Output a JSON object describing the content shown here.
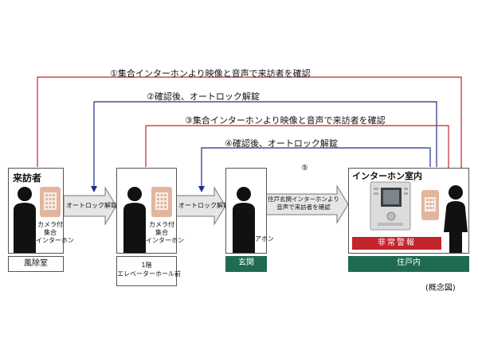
{
  "steps": {
    "s1": "①集合インターホンより映像と音声で来訪者を確認",
    "s2": "②確認後、オートロック解錠",
    "s3": "③集合インターホンより映像と音声で来訪者を確認",
    "s4": "④確認後、オートロック解錠",
    "s5": "⑤"
  },
  "arrows": {
    "a1": "オートロック解錠",
    "a2": "オートロック解錠",
    "a3_line1": "住戸玄関インターホンより",
    "a3_line2": "音声で来訪者を確認"
  },
  "boxes": {
    "visitor_title": "来訪者",
    "camera1": [
      "カメラ付",
      "集合",
      "インターホン"
    ],
    "camera2": [
      "カメラ付",
      "集合",
      "インターホン"
    ],
    "doorphone": "ドアホン",
    "room_title": "インターホン室内",
    "alarm": "非常警報"
  },
  "places": {
    "p1": "風除室",
    "p2_line1": "1階",
    "p2_line2": "エレベーターホール前",
    "p3": "玄関",
    "p4": "住戸内"
  },
  "note": "(概念図)",
  "colors": {
    "red": "#c4242c",
    "blue": "#1f2f8a",
    "dark": "#333333",
    "intercom": "#e3b59f",
    "green": "#1e6b50"
  }
}
